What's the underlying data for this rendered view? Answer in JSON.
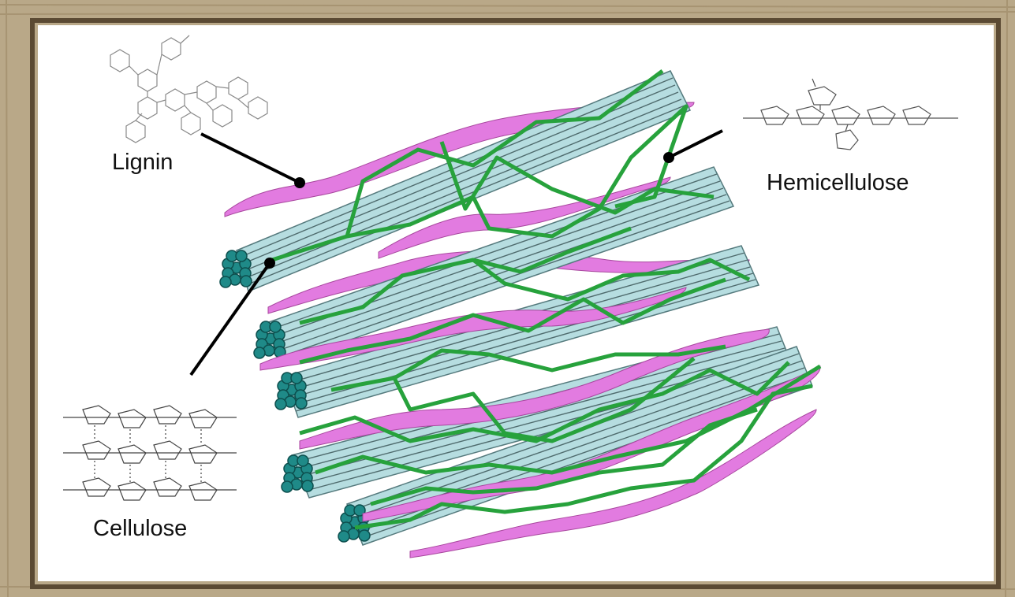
{
  "labels": {
    "lignin": "Lignin",
    "hemicellulose": "Hemicellulose",
    "cellulose": "Cellulose"
  },
  "colors": {
    "lignin": "#e27be0",
    "hemicellulose": "#27a23c",
    "cellulose_fibril": "#b6dde0",
    "cellulose_end": "#1f8a88",
    "frame_wood": "#b9a888",
    "frame_border": "#5b4a33"
  }
}
